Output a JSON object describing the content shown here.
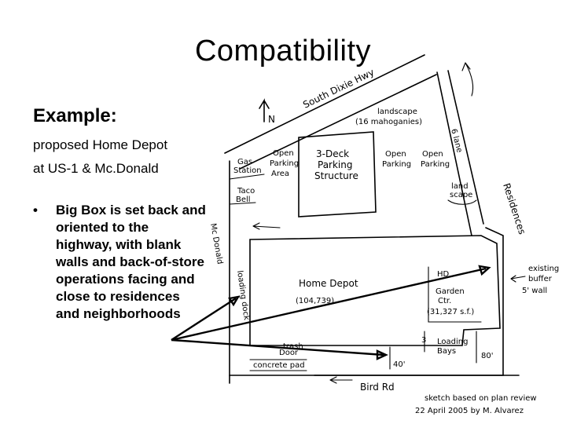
{
  "slide": {
    "title": "Compatibility",
    "example_heading": "Example:",
    "subtitle_lines": [
      "proposed Home Depot",
      "at US-1 & Mc.Donald"
    ],
    "bullet_symbol": "•",
    "bullet_text": "Big Box is set back and oriented to the highway, with blank walls and back-of-store operations facing and close to residences and neighborhoods"
  },
  "sketch": {
    "road_south_dixie": "South Dixie Hwy",
    "north": "N",
    "landscape_top": "landscape",
    "mahoganies": "(16 mahoganies)",
    "six_lane": "6 lane",
    "gas_station": [
      "Gas",
      "Station"
    ],
    "open_parking_area": [
      "Open",
      "Parking",
      "Area"
    ],
    "deck_parking": [
      "3-Deck",
      "Parking",
      "Structure"
    ],
    "open_parking_mid": [
      "Open",
      "Parking"
    ],
    "open_parking_right": [
      "Open",
      "Parking"
    ],
    "landscape_right": [
      "land",
      "scape"
    ],
    "residences": "Residences",
    "taco_bell": [
      "Taco",
      "Bell"
    ],
    "mcdonald": "Mc Donald",
    "home_depot": "Home Depot",
    "home_depot_area": "(104,739)",
    "hd_garden": [
      "HD",
      "Garden",
      "Ctr."
    ],
    "garden_area": "(31,327 s.f.)",
    "existing_buffer": [
      "existing",
      "buffer",
      "5' wall"
    ],
    "loading_dock": "loading dock",
    "loading_bays": [
      "Loading",
      "Bays"
    ],
    "three": "3",
    "eighty": "80'",
    "trash": "trash",
    "door": "Door",
    "concrete_pad": "concrete pad",
    "forty": "40'",
    "bird_rd": "Bird Rd",
    "credit_line1": "sketch based on plan review",
    "credit_line2": "22 April 2005   by M. Alvarez"
  }
}
